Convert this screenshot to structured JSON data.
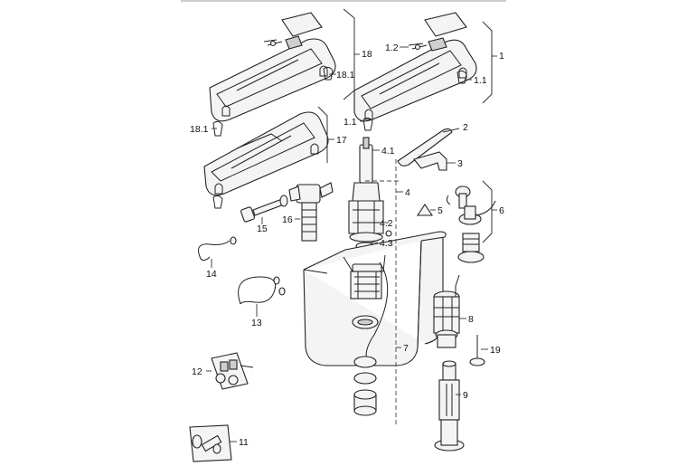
{
  "labels": {
    "p1": "1",
    "p1_1a": "1.1",
    "p1_1b": "1.1",
    "p1_2": "1.2",
    "p2": "2",
    "p3": "3",
    "p4": "4",
    "p4_1": "4.1",
    "p4_2": "4.2",
    "p4_3": "4.3",
    "p5": "5",
    "p6": "6",
    "p7": "7",
    "p8": "8",
    "p9": "9",
    "p11": "11",
    "p12": "12",
    "p13": "13",
    "p14": "14",
    "p15": "15",
    "p16": "16",
    "p17": "17",
    "p18": "18",
    "p18_1a": "18.1",
    "p18_1b": "18.1",
    "p19": "19"
  },
  "colors": {
    "line": "#222222",
    "part_fill": "#f4f4f4",
    "part_shade": "#cfcfcf",
    "background": "#ffffff"
  }
}
